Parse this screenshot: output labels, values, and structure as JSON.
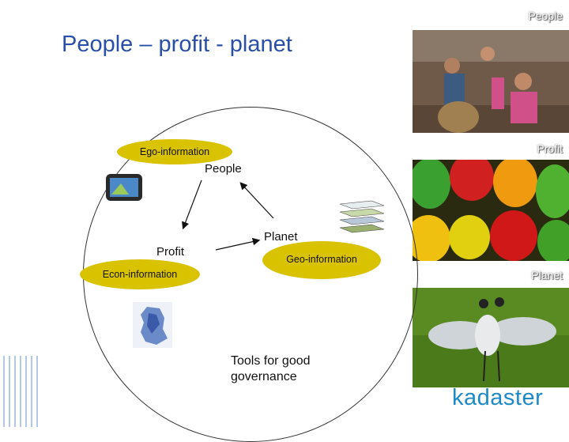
{
  "slide": {
    "title": "People – profit - planet"
  },
  "sidebar": {
    "people_label": "People",
    "profit_label": "Profit",
    "planet_label": "Planet",
    "logo_text": "kadaster"
  },
  "diagram": {
    "ego_information": "Ego-information",
    "people": "People",
    "profit": "Profit",
    "econ_information": "Econ-information",
    "planet": "Planet",
    "geo_information": "Geo-information",
    "tools_line1": "Tools for good",
    "tools_line2": "governance"
  },
  "colors": {
    "title_blue": "#2a4fa8",
    "ellipse_yellow": "#d9c200",
    "logo_blue": "#1d8ac8"
  }
}
